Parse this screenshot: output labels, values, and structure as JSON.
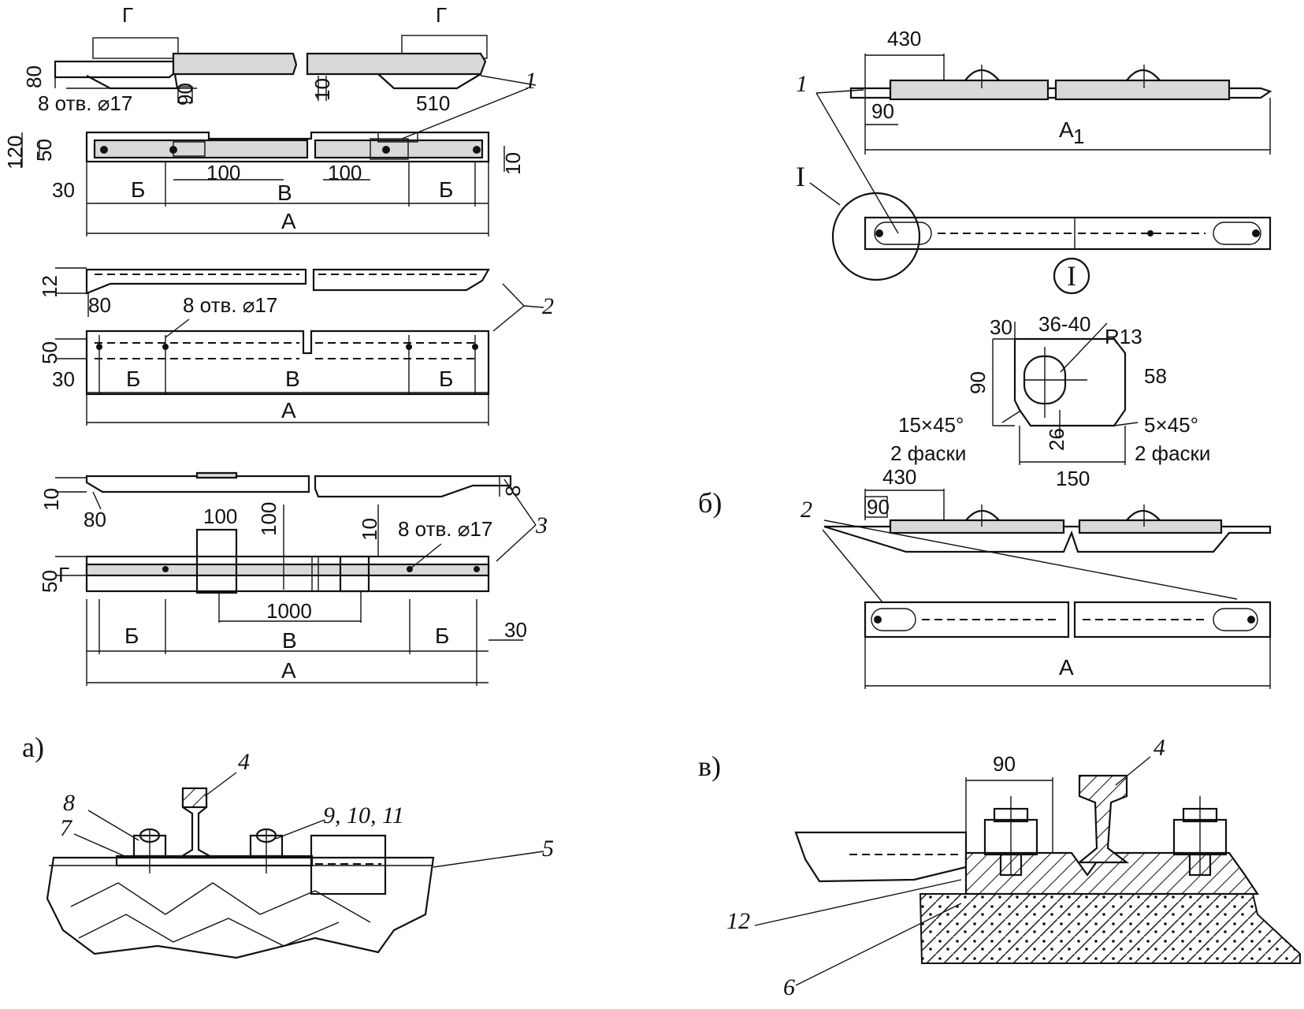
{
  "fig_a": {
    "part_label": "а)",
    "top_view": {
      "label_g_left": "Г",
      "label_g_right": "Г",
      "dim_80": "80",
      "dim_90": "90",
      "dim_10": "10",
      "holes": "8 отв. ⌀17",
      "dim_510": "510",
      "dim_120": "120",
      "dim_50": "50",
      "dim_100_left": "100",
      "dim_100_right": "100",
      "dim_10_right": "10",
      "dim_30": "30",
      "label_b_left": "Б",
      "label_v": "В",
      "label_b_right": "Б",
      "label_a": "А",
      "callout": "1"
    },
    "middle_view": {
      "dim_12": "12",
      "dim_80": "80",
      "holes": "8 отв. ⌀17",
      "dim_50": "50",
      "dim_30": "30",
      "label_b_left": "Б",
      "label_v": "В",
      "label_b_right": "Б",
      "label_a": "А",
      "callout": "2"
    },
    "bottom_view": {
      "dim_10": "10",
      "dim_80": "80",
      "dim_8": "8",
      "dim_100_a": "100",
      "dim_100_b": "100",
      "dim_10_b": "10",
      "holes": "8 отв. ⌀17",
      "dim_50": "50",
      "label_g": "Г",
      "dim_1000": "1000",
      "dim_30": "30",
      "label_b_left": "Б",
      "label_v": "В",
      "label_b_right": "Б",
      "label_a": "А",
      "callout": "3"
    },
    "section": {
      "callout_4": "4",
      "callout_8": "8",
      "callout_7": "7",
      "callout_9_10_11": "9, 10, 11",
      "callout_5": "5"
    }
  },
  "fig_b": {
    "part_label": "б)",
    "top": {
      "dim_430": "430",
      "callout": "1",
      "dim_90": "90",
      "label_a1": "А",
      "label_a1_sub": "1",
      "detail_mark": "I",
      "detail_circle_label": "I"
    },
    "detail": {
      "dim_30": "30",
      "dim_36_40": "36-40",
      "dim_r13": "R13",
      "dim_90": "90",
      "dim_58": "58",
      "chamfer_left": "15×45°",
      "chamfer_left_count": "2 фаски",
      "dim_26": "26",
      "chamfer_right": "5×45°",
      "chamfer_right_count": "2 фаски",
      "dim_150": "150"
    },
    "bottom": {
      "dim_430": "430",
      "dim_90": "90",
      "callout": "2",
      "label_a": "А"
    }
  },
  "fig_v": {
    "part_label": "в)",
    "dim_90": "90",
    "callout_4": "4",
    "callout_12": "12",
    "callout_6": "6"
  }
}
